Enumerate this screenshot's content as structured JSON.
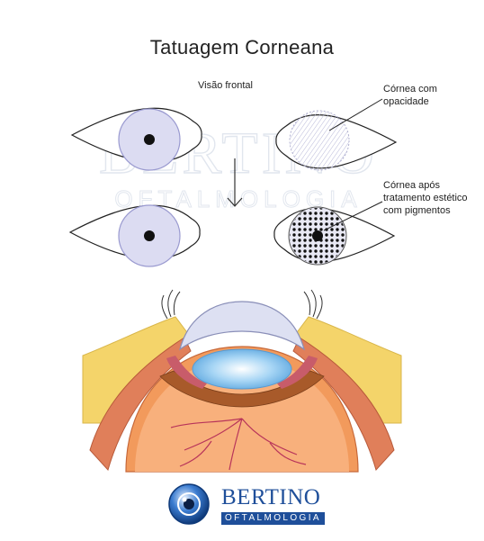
{
  "title": "Tatuagem Corneana",
  "view_label": "Visão frontal",
  "cornea_opacity_label": "Córnea com opacidade",
  "cornea_treated_label": "Córnea após tratamento estético com pigmentos",
  "logo": {
    "name": "BERTINO",
    "subtitle": "OFTALMOLOGIA"
  },
  "watermark": {
    "name": "BERTINO",
    "subtitle": "OFTALMOLOGIA"
  },
  "colors": {
    "iris_fill": "#dcdcf2",
    "iris_stroke": "#9a9ad0",
    "outline": "#222222",
    "brand_blue": "#1f4f9a"
  }
}
